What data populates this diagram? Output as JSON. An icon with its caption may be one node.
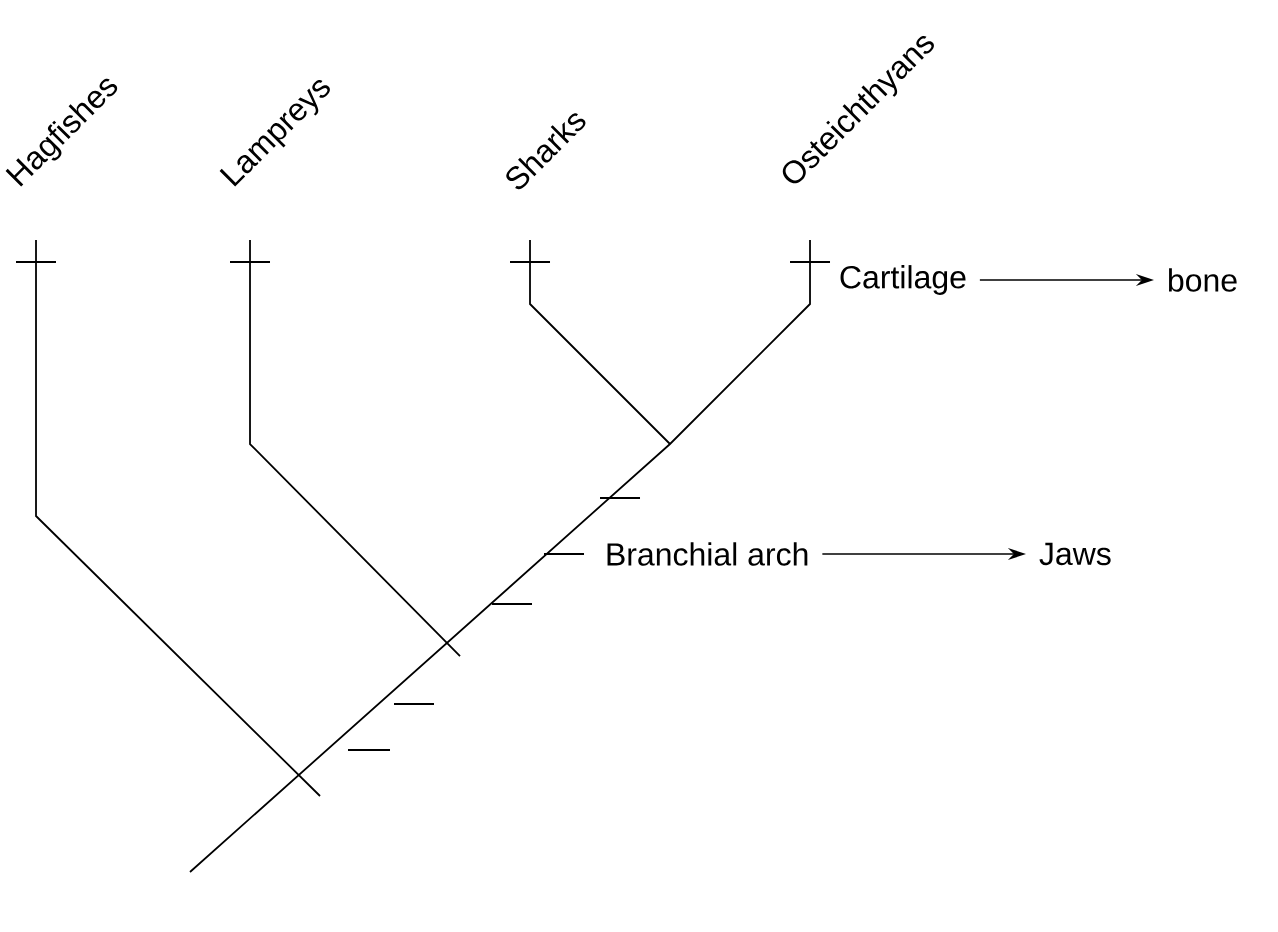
{
  "diagram": {
    "nodes": [
      {
        "text": [
          "Hagfishes"
        ]
      },
      {
        "text": [
          "Lampreys"
        ]
      },
      {
        "text": [
          "Sharks"
        ]
      },
      {
        "text": [
          "Osteichthyans"
        ]
      },
      {
        "text": [
          "Cartilage"
        ]
      },
      {
        "text": [
          "bone"
        ]
      },
      {
        "text": [
          "Branchial arch"
        ]
      },
      {
        "text": [
          "Jaws"
        ]
      }
    ],
    "edges": [
      {
        "from": 4,
        "to": 5,
        "arrow": "to"
      },
      {
        "from": 6,
        "to": 7,
        "arrow": "to"
      }
    ]
  }
}
